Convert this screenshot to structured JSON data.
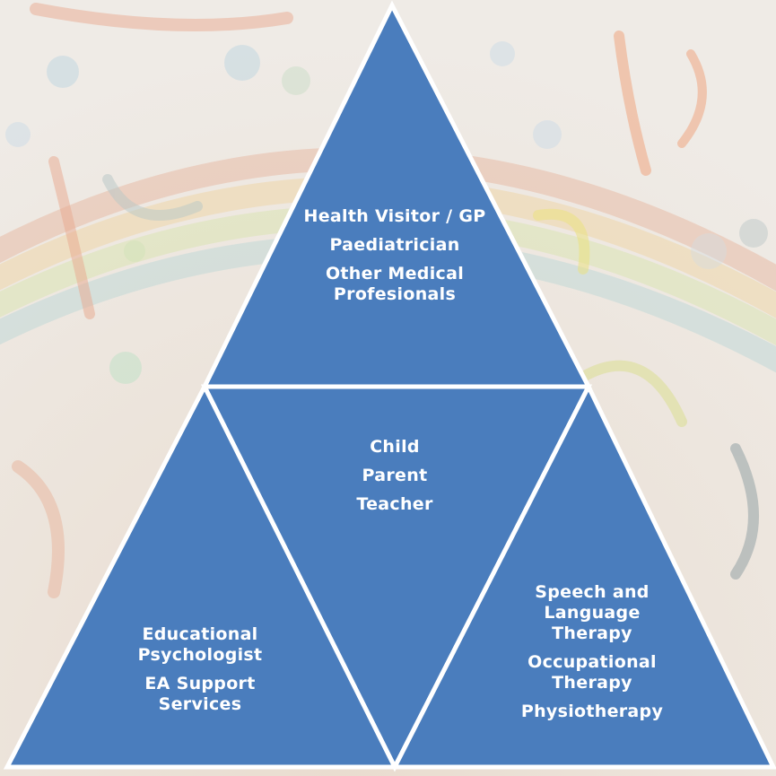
{
  "colors": {
    "triangle_fill": "#4a7dbd",
    "border": "#ffffff",
    "text": "#ffffff",
    "background": "#ece8e2"
  },
  "top_section": {
    "items": [
      "Health Visitor / GP",
      "Paediatrician",
      "Other Medical Profesionals"
    ]
  },
  "center_section": {
    "items": [
      "Child",
      "Parent",
      "Teacher"
    ]
  },
  "left_section": {
    "items": [
      "Educational Psychologist",
      "EA Support Services"
    ]
  },
  "right_section": {
    "items": [
      "Speech and Language Therapy",
      "Occupational Therapy",
      "Physiotherapy"
    ]
  }
}
